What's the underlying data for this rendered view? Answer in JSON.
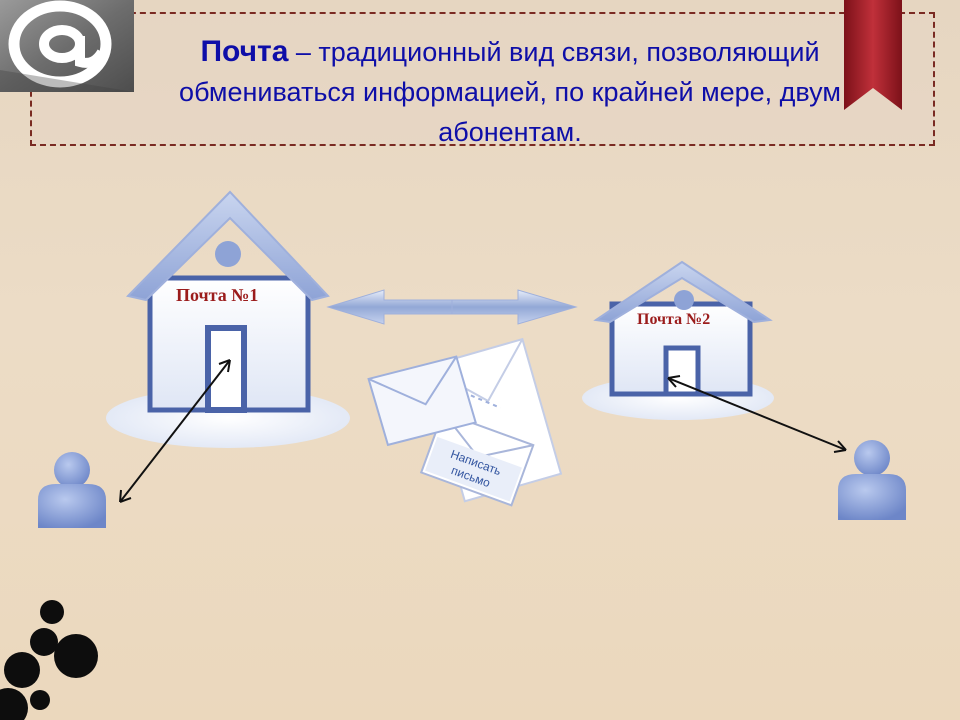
{
  "title": {
    "term": "Почта",
    "definition": " – традиционный вид связи, позволяющий обмениваться информацией, по крайней мере, двум абонентам."
  },
  "diagram": {
    "house_1_label": "Почта №1",
    "house_2_label": "Почта №2",
    "envelope_text_line1": "Написать",
    "envelope_text_line2": "письмо"
  },
  "icons": {
    "logo": "at-sign-icon",
    "ribbon": "bookmark-ribbon",
    "person": "user-icon",
    "house": "house-icon",
    "envelopes": "envelopes-icon",
    "arrow": "double-arrow-icon"
  },
  "colors": {
    "title_text": "#0e0ea8",
    "house_label": "#9b1c1c",
    "frame": "#7a2a22",
    "ribbon": "#a3202a",
    "house_outline": "#4a63a8",
    "person": "#8aa2d8"
  }
}
